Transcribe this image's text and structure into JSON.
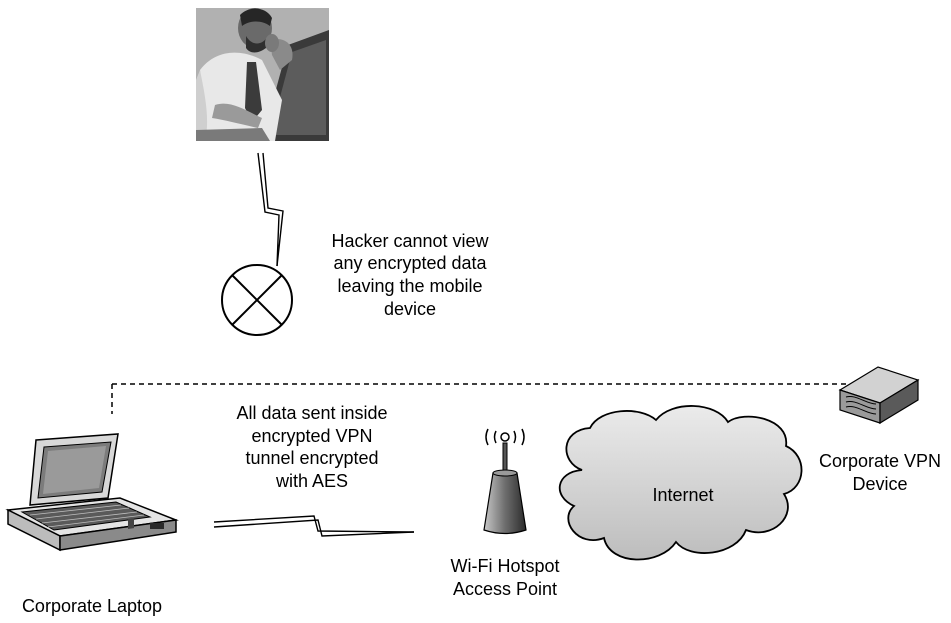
{
  "hacker_note": {
    "lines": [
      "Hacker cannot view",
      "any encrypted data",
      "leaving the mobile",
      "device"
    ]
  },
  "tunnel_note": {
    "lines": [
      "All data sent inside",
      "encrypted VPN",
      "tunnel encrypted",
      "with AES"
    ]
  },
  "nodes": {
    "laptop": {
      "lines": [
        "Corporate Laptop"
      ]
    },
    "access_point": {
      "lines": [
        "Wi-Fi Hotspot",
        "Access Point"
      ]
    },
    "internet": {
      "lines": [
        "Internet"
      ]
    },
    "vpn_device": {
      "lines": [
        "Corporate VPN",
        "Device"
      ]
    }
  },
  "colors": {
    "line": "#000000",
    "cloud_fill": "#d9d9d9",
    "photo_bg": "#a8a8a8",
    "device_gray": "#8c8c8c"
  },
  "icons": {
    "hacker": "hacker-photo",
    "blocked": "blocked-x-circle-icon",
    "laptop": "laptop-icon",
    "access_point": "wifi-antenna-icon",
    "internet": "cloud-icon",
    "vpn_device": "vpn-appliance-icon"
  }
}
